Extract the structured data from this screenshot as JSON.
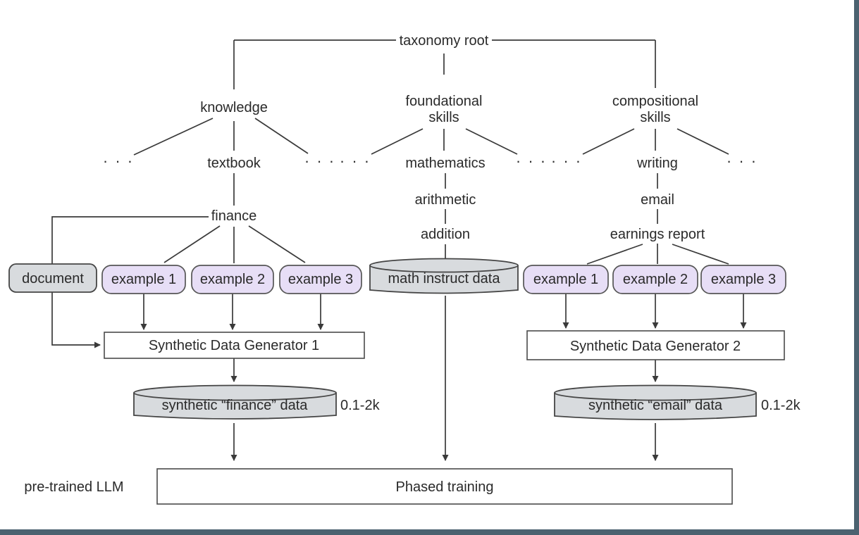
{
  "nodes": {
    "taxonomy_root": "taxonomy root",
    "knowledge": "knowledge",
    "foundational": [
      "foundational",
      "skills"
    ],
    "compositional": [
      "compositional",
      "skills"
    ],
    "ellipsis": "· · ·",
    "textbook": "textbook",
    "mathematics": "mathematics",
    "writing": "writing",
    "finance": "finance",
    "arithmetic": "arithmetic",
    "addition": "addition",
    "email": "email",
    "earnings_report": "earnings report"
  },
  "boxes": {
    "document": "document",
    "examples_left": [
      "example 1",
      "example 2",
      "example 3"
    ],
    "math_instruct": "math instruct data",
    "examples_right": [
      "example 1",
      "example 2",
      "example 3"
    ],
    "generator1": "Synthetic Data Generator 1",
    "generator2": "Synthetic Data Generator 2",
    "synthetic_finance": "synthetic “finance” data",
    "synthetic_email": "synthetic “email” data",
    "phased_training": "Phased training"
  },
  "labels": {
    "count_left": "0.1-2k",
    "count_right": "0.1-2k",
    "pretrained_llm": "pre-trained LLM"
  },
  "colors": {
    "line": "#3a3a3a",
    "text": "#2a2a2a",
    "gray_fill": "#d8dbde",
    "purple_fill": "#e7def6",
    "white_fill": "#ffffff",
    "frame": "#4b6270"
  }
}
